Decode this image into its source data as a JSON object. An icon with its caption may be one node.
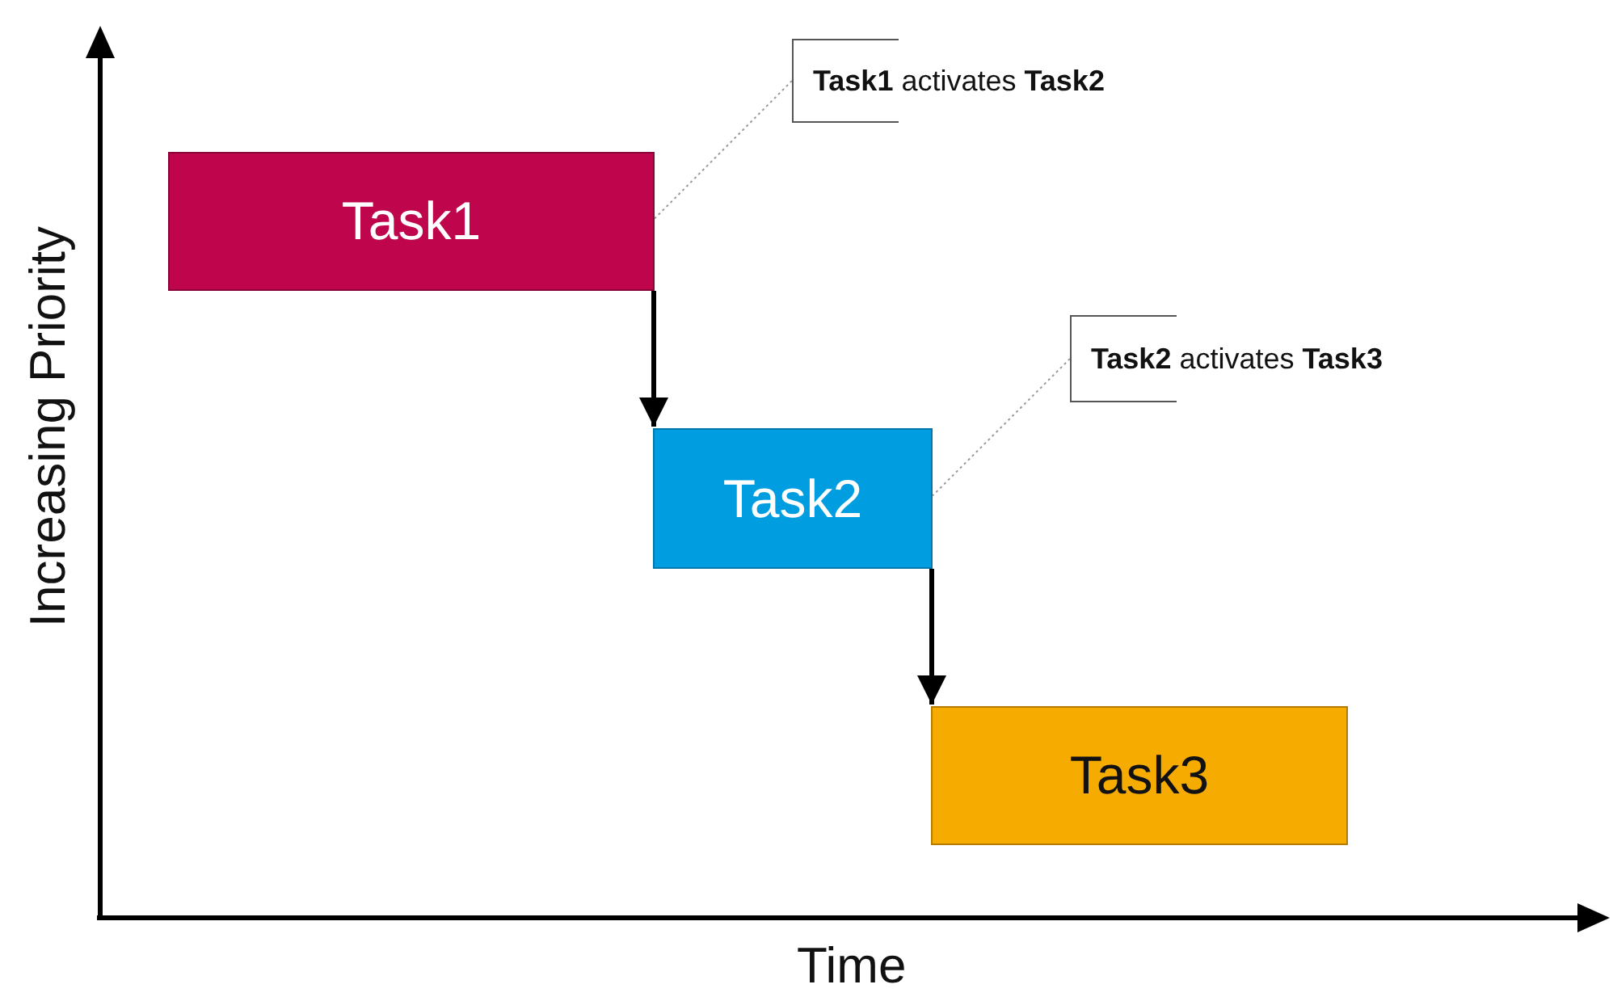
{
  "diagram": {
    "nodes": [
      {
        "text": [
          "Task1"
        ]
      },
      {
        "text": [
          "Task2"
        ]
      },
      {
        "text": [
          "Task3"
        ]
      },
      {
        "text": [
          "**Task1** activates **Task2**"
        ]
      },
      {
        "text": [
          "**Task2** activates **Task3**"
        ]
      }
    ],
    "edges": [
      {
        "from": 0,
        "to": 1,
        "arrow": "to",
        "style": "thick"
      },
      {
        "from": 1,
        "to": 2,
        "arrow": "to",
        "style": "thick"
      },
      {
        "from": 3,
        "to": 0,
        "arrow": "none",
        "style": "dashed",
        "color": "#9a9a9a"
      },
      {
        "from": 4,
        "to": 1,
        "arrow": "none",
        "style": "dashed",
        "color": "#9a9a9a"
      }
    ],
    "labels": [
      "Increasing Priority",
      "Time"
    ]
  }
}
